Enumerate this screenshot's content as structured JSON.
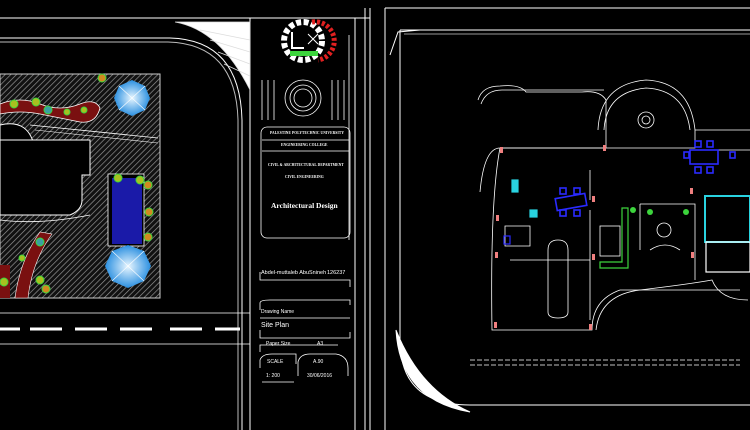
{
  "title_block": {
    "university": "PALESTINE POLYTECHNIC UNIVERSITY",
    "college": "ENGINEERING COLLEGE",
    "department": "CIVIL & ARCHITECTURAL DEPARTMENT",
    "major": "CIVIL ENGINEERING",
    "course": "Architectural Design",
    "student": "Abdel-muttaleb AbuSnineh",
    "student_id": "126237",
    "drawing_name_label": "Drawing Name",
    "drawing_name": "Site Plan",
    "paper_size_label": "Paper Size",
    "paper_size": "A3",
    "scale_label": "SCALE",
    "scale": "1: 200",
    "sheet_label": "A.90",
    "date": "30/06/2016"
  },
  "colors": {
    "background": "#000000",
    "lines": "#ffffff",
    "hatch": "#8a8a8a",
    "pool": "#1a1aa8",
    "umbrella": "#4fb8f0",
    "furniture_blue": "#2a2aff",
    "furniture_cyan": "#29d3e0",
    "plants_green": "#3cd43c",
    "logo_red": "#e02020"
  },
  "icons": [
    "university-logo",
    "car-icon",
    "dining-table-icon",
    "umbrella-icon",
    "plant-icon"
  ]
}
